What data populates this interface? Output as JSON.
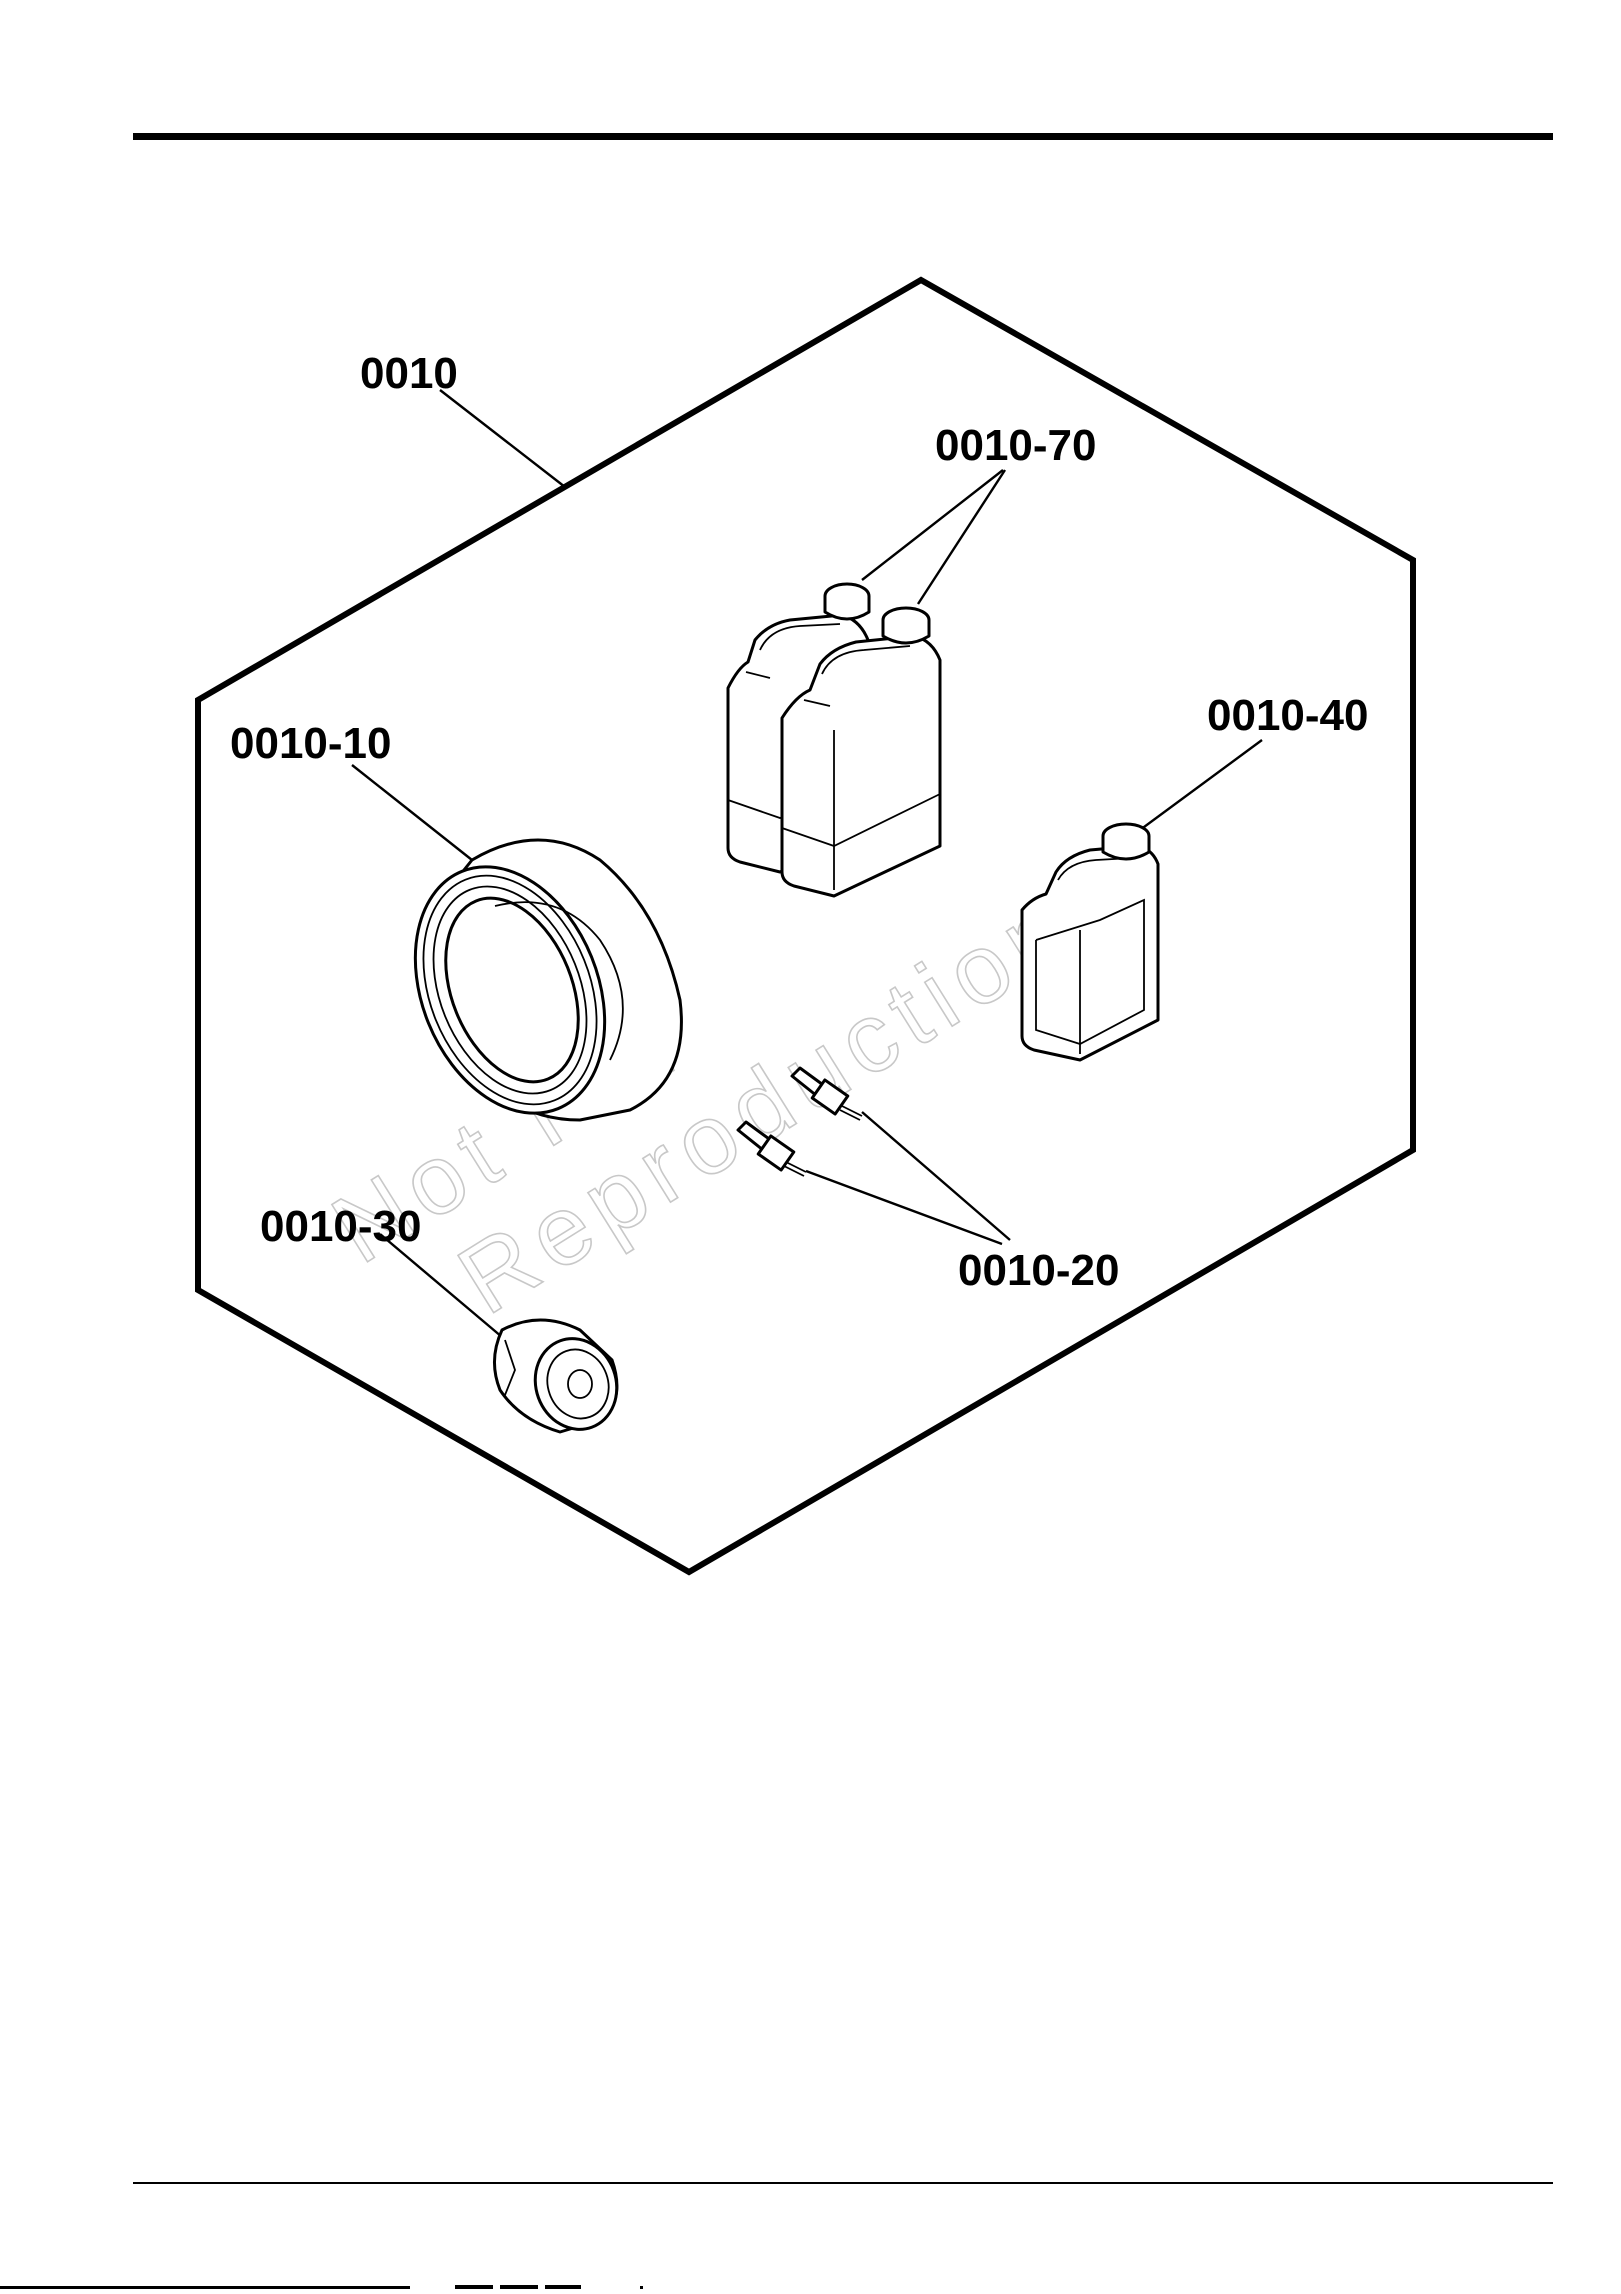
{
  "callouts": {
    "kit": "0010",
    "oil_containers": "0010-70",
    "air_filter": "0010-10",
    "small_container": "0010-40",
    "spark_plugs": "0010-20",
    "oil_filter": "0010-30"
  },
  "watermark": {
    "line1": "Not For",
    "line2": "Reproduction"
  }
}
